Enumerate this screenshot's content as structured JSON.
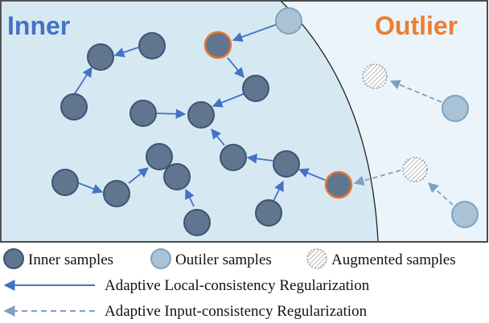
{
  "regions": {
    "inner_title": "Inner",
    "outlier_title": "Outlier"
  },
  "legend": {
    "inner_samples": "Inner samples",
    "outlier_samples": "Outiler samples",
    "augmented_samples": "Augmented samples",
    "local_regularization": "Adaptive Local-consistency Regularization",
    "input_regularization": "Adaptive Input-consistency Regularization"
  },
  "colors": {
    "inner_fill": "#5f7590",
    "inner_stroke": "#3e5470",
    "outlier_fill": "#a9c2d6",
    "outlier_stroke": "#7fa3c0",
    "highlight_stroke": "#e5772b",
    "inner_title": "#4472c4",
    "outlier_title": "#ed7d31",
    "local_arrow": "#4472c4",
    "input_arrow": "#7f9fc3",
    "inner_region_bg": "#d6e9f3",
    "outer_region_bg": "#eaf4fa"
  }
}
